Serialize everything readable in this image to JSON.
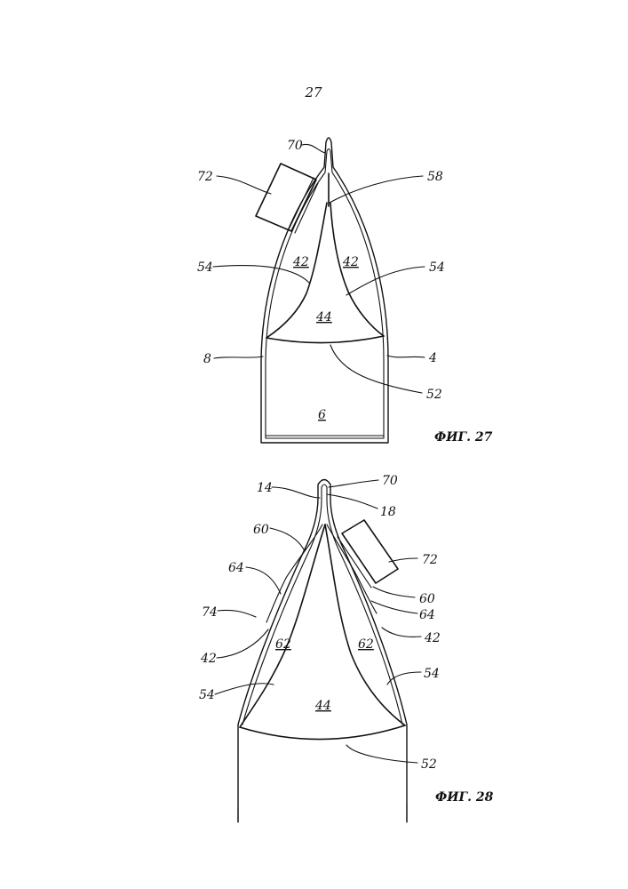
{
  "page": {
    "number": "27"
  },
  "fig27": {
    "caption": "ФИГ. 27",
    "labels": {
      "l70": "70",
      "l72": "72",
      "l58": "58",
      "l54_left": "54",
      "l54_right": "54",
      "l42_left": "42",
      "l42_right": "42",
      "l44": "44",
      "l8": "8",
      "l4": "4",
      "l52": "52",
      "l6": "6"
    }
  },
  "fig28": {
    "caption": "ФИГ. 28",
    "labels": {
      "l14": "14",
      "l70": "70",
      "l18": "18",
      "l60_left": "60",
      "l72": "72",
      "l64_left": "64",
      "l60_right": "60",
      "l64_right": "64",
      "l74": "74",
      "l42_left": "42",
      "l62_left": "62",
      "l62_right": "62",
      "l42_right": "42",
      "l54_left": "54",
      "l54_right": "54",
      "l44": "44",
      "l52": "52"
    }
  }
}
